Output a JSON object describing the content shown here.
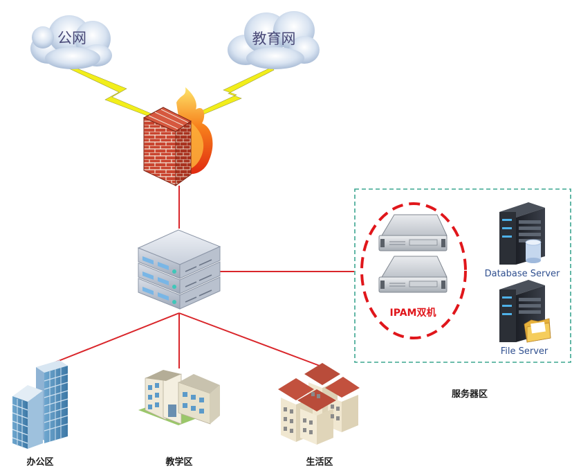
{
  "clouds": {
    "public": "公网",
    "education": "教育网"
  },
  "service_zone": {
    "ipam_label": "IPAM双机",
    "database_server": "Database Server",
    "file_server": "File Server",
    "zone_label": "服务器区"
  },
  "areas": {
    "office": "办公区",
    "teaching": "教学区",
    "living": "生活区"
  },
  "colors": {
    "link_line": "#d9252a",
    "lightning": "#f2ee1a",
    "zone_border": "#3aa58f",
    "ipam_ring": "#e0161b",
    "ipam_text": "#e0161b",
    "server_text": "#2f4f8f",
    "cloud_text": "#4a4a78",
    "brick": "#c9442f"
  }
}
